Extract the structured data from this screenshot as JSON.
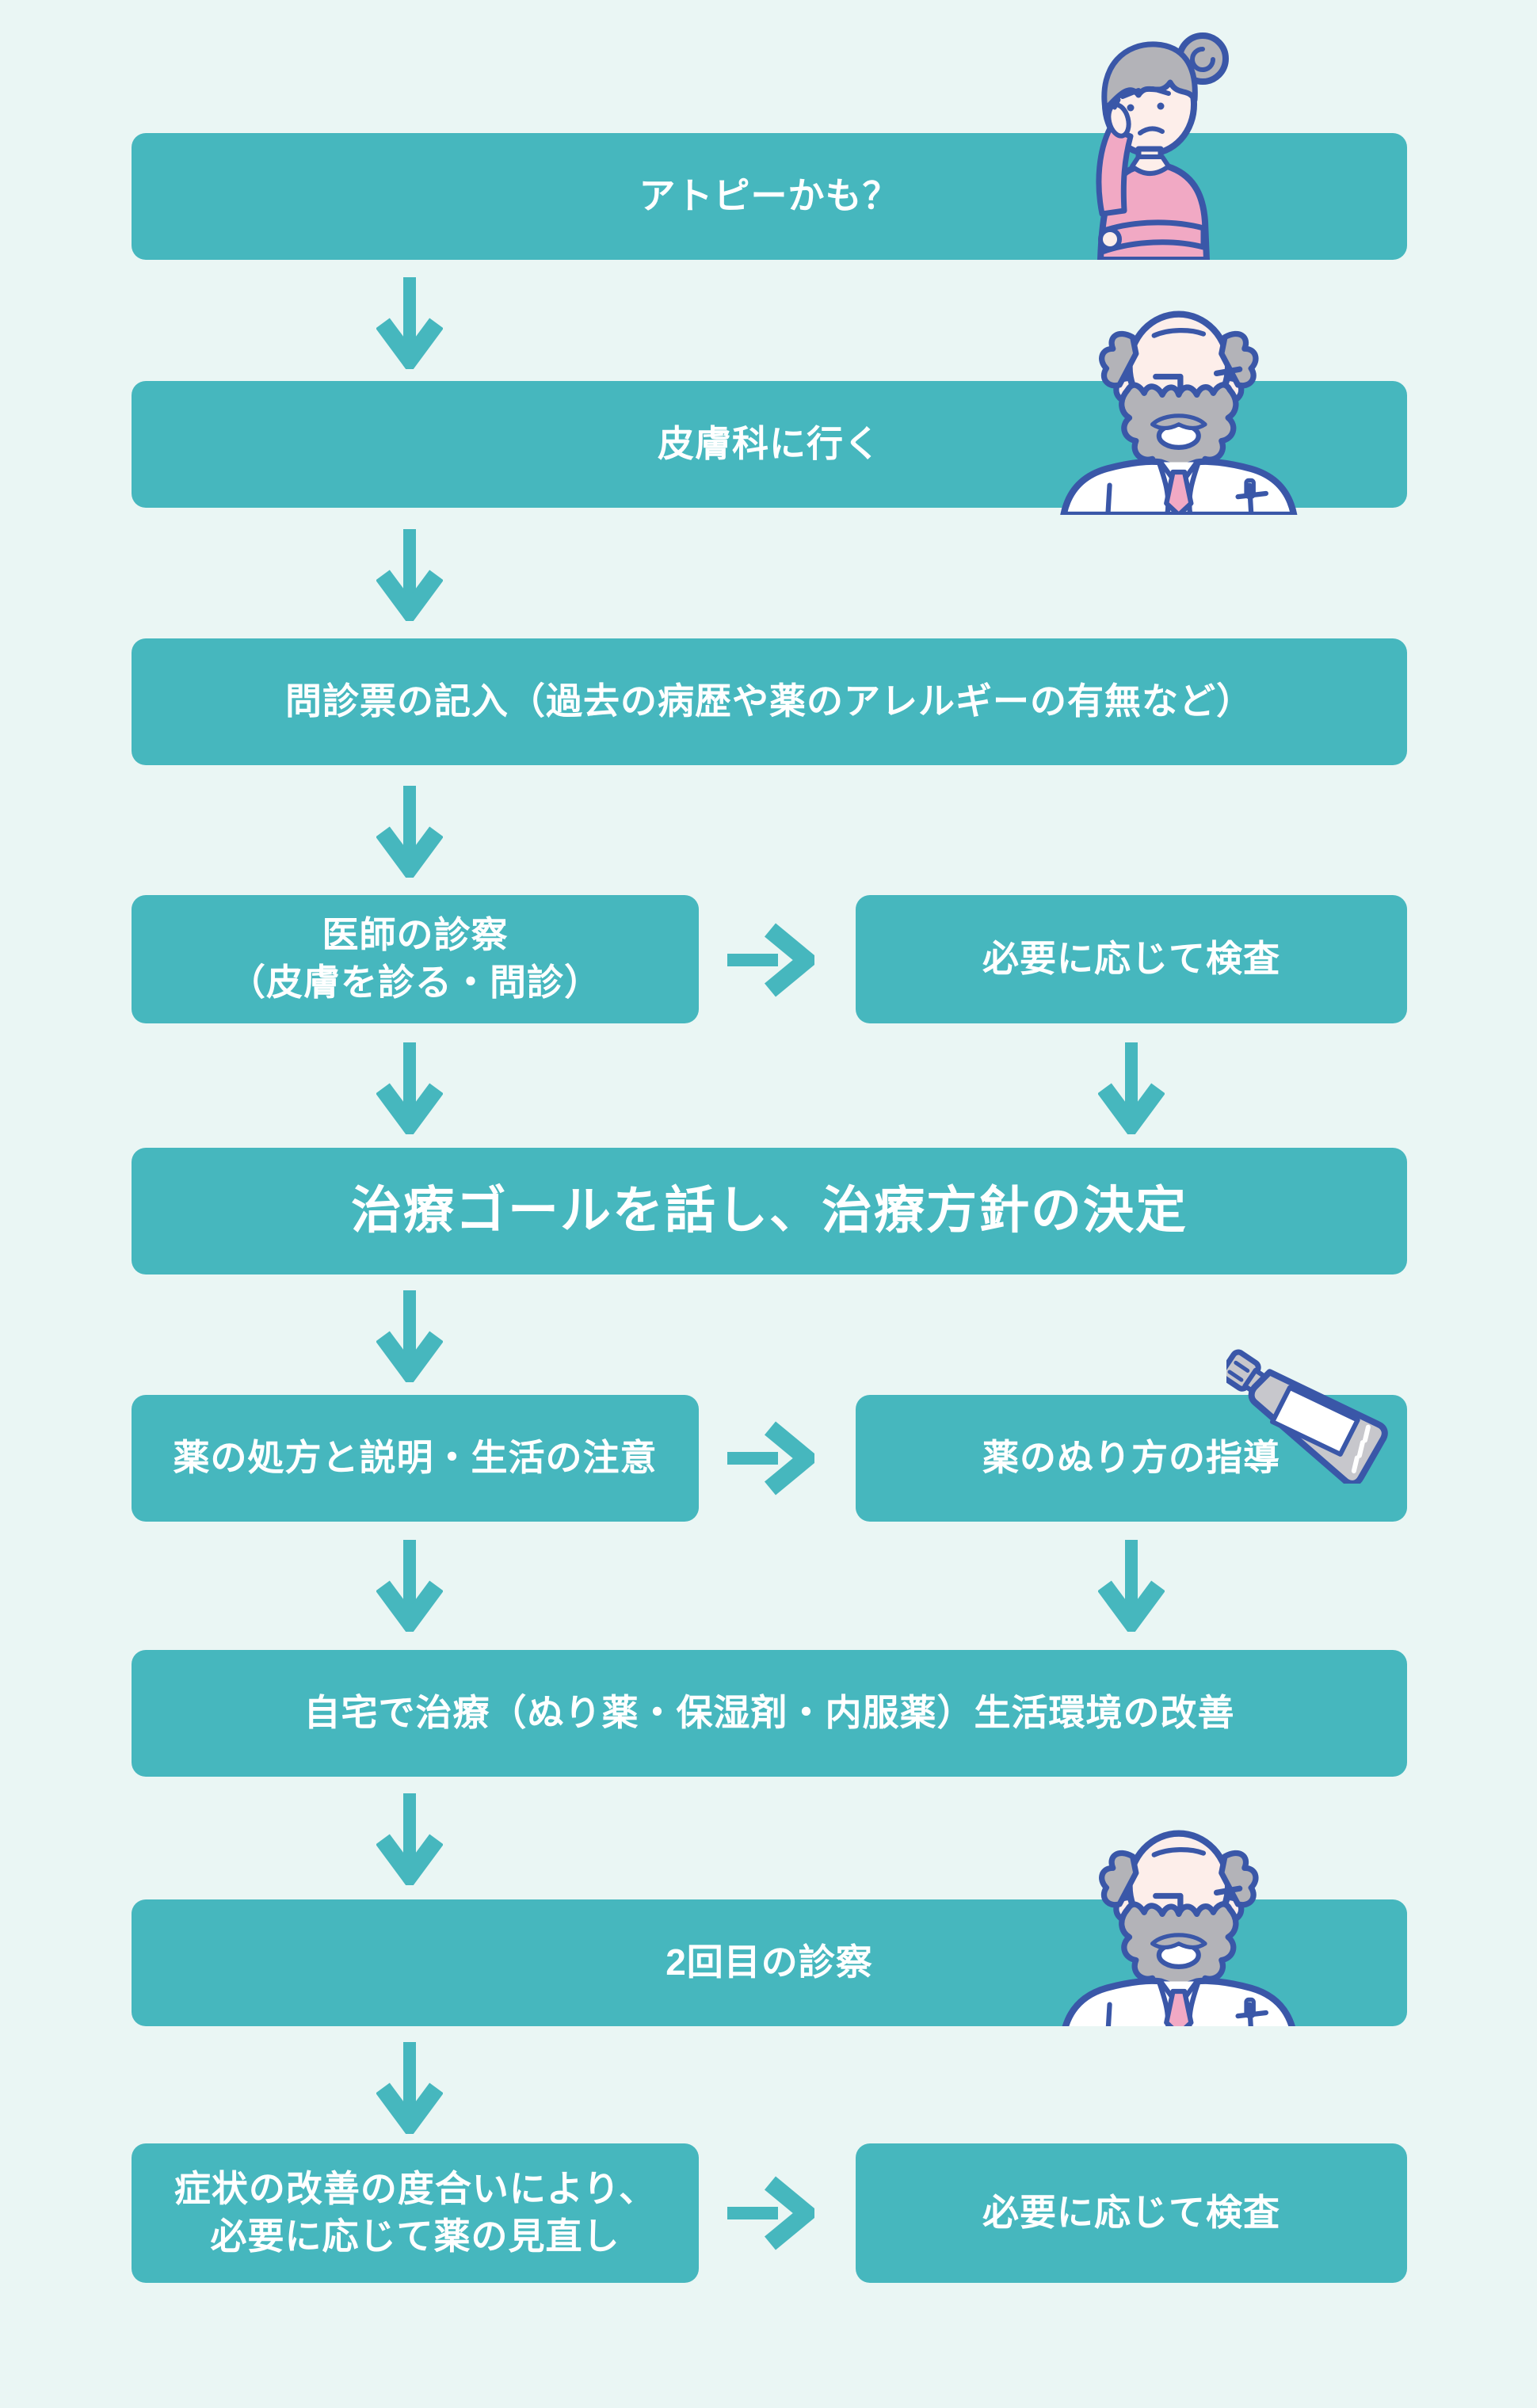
{
  "colors": {
    "background": "#eaf6f4",
    "box": "#46b7be",
    "arrow": "#46b7be",
    "text": "#ffffff",
    "outline": "#3a57a8",
    "hair_gray": "#b3b3b8",
    "skin": "#fdeeea",
    "pink": "#f1a9c4",
    "tube_gray": "#c7c7cc",
    "pen_teal": "#cfe8e4"
  },
  "steps": [
    {
      "id": "suspect-atopy",
      "label": "アトピーかも？"
    },
    {
      "id": "go-dermatology",
      "label": "皮膚科に行く"
    },
    {
      "id": "questionnaire",
      "label": "問診票の記入（過去の病歴や薬のアレルギーの有無など）"
    },
    {
      "id": "doctor-exam",
      "label": "医師の診察",
      "label2": "（皮膚を診る・問診）"
    },
    {
      "id": "tests-if-needed",
      "label": "必要に応じて検査"
    },
    {
      "id": "treatment-goal",
      "label": "治療ゴールを話し、治療方針の決定"
    },
    {
      "id": "prescription",
      "label": "薬の処方と説明・生活の注意"
    },
    {
      "id": "application-guidance",
      "label": "薬のぬり方の指導"
    },
    {
      "id": "home-treatment",
      "label": "自宅で治療（ぬり薬・保湿剤・内服薬）生活環境の改善"
    },
    {
      "id": "second-exam",
      "label": "2回目の診察"
    },
    {
      "id": "medication-review",
      "label": "症状の改善の度合いにより、",
      "label2": "必要に応じて薬の見直し"
    },
    {
      "id": "tests-if-needed-2",
      "label": "必要に応じて検査"
    }
  ],
  "illustrations": [
    {
      "id": "thinking-woman",
      "description": "worried woman with gray bun thinking, hand on cheek"
    },
    {
      "id": "doctor",
      "description": "elderly bearded doctor in white coat with pink tie"
    },
    {
      "id": "ointment-tube",
      "description": "tilted ointment tube with cap"
    },
    {
      "id": "doctor-2",
      "description": "elderly bearded doctor in white coat with pink tie"
    }
  ]
}
